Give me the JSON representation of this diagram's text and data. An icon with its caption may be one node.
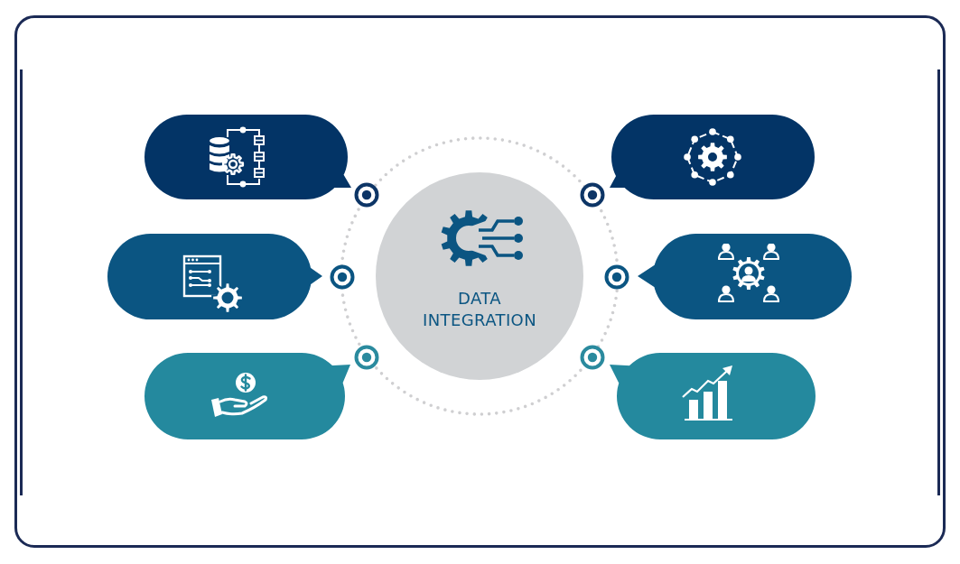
{
  "diagram": {
    "nodes": [
      {
        "text": [
          "DATA INTEGRATION"
        ]
      },
      {
        "text": [],
        "shape": "bubble"
      },
      {
        "text": [],
        "shape": "bubble"
      },
      {
        "text": [],
        "shape": "bubble"
      },
      {
        "text": [],
        "shape": "bubble"
      },
      {
        "text": [],
        "shape": "bubble"
      },
      {
        "text": [],
        "shape": "bubble"
      }
    ]
  }
}
